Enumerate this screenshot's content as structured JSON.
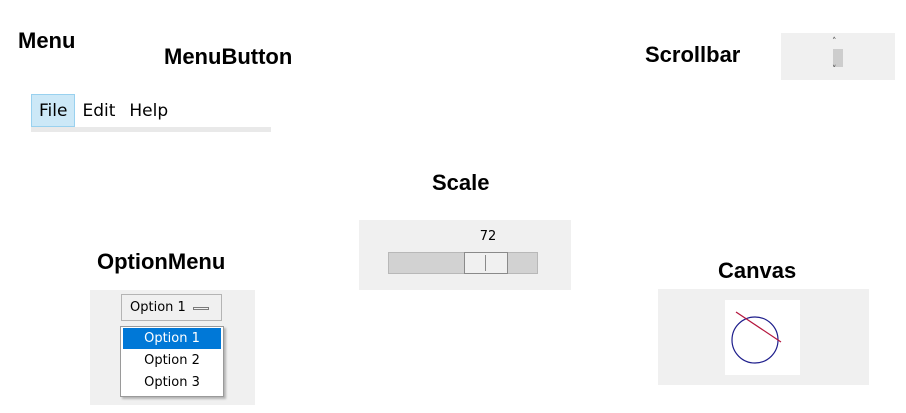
{
  "headings": {
    "menu": "Menu",
    "menubutton": "MenuButton",
    "scrollbar": "Scrollbar",
    "scale": "Scale",
    "optionmenu": "OptionMenu",
    "canvas": "Canvas"
  },
  "menubar": {
    "items": [
      "File",
      "Edit",
      "Help"
    ],
    "active_item": "File"
  },
  "scrollbar": {
    "up_arrow": "˄",
    "down_arrow": "˅",
    "icon_up": "chevron-up-icon",
    "icon_down": "chevron-down-icon"
  },
  "scale": {
    "value": "72",
    "level_fraction": 0.72
  },
  "optionmenu": {
    "selected_value": "Option 1",
    "options": [
      "Option 1",
      "Option 2",
      "Option 3"
    ],
    "highlighted_option": "Option 1",
    "highlight_color": "#0078d7"
  },
  "canvas": {
    "shapes": [
      "circle",
      "line"
    ],
    "circle_color": "#1e1e8c",
    "line_color": "#b4143c"
  }
}
